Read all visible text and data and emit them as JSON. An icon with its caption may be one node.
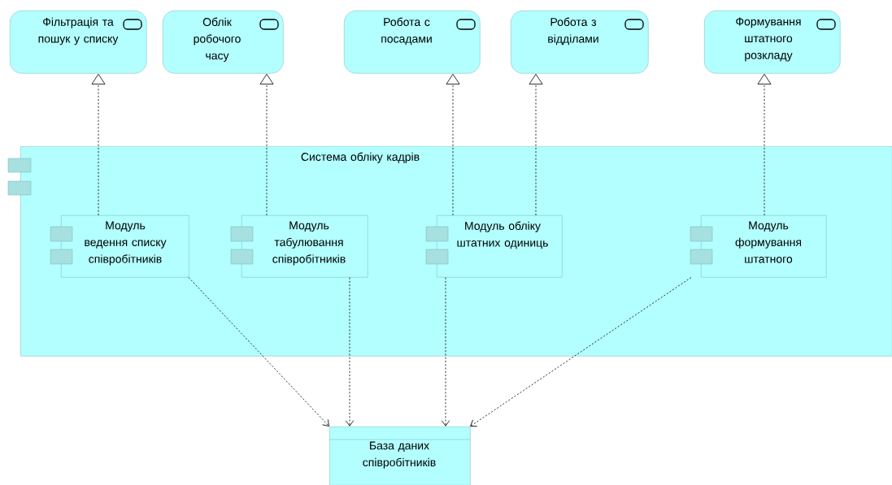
{
  "diagram": {
    "nodes": [
      {
        "text": [
          "Фільтрація та пошук у списку"
        ]
      },
      {
        "text": [
          "Облік робочого часу"
        ]
      },
      {
        "text": [
          "Робота с посадами"
        ]
      },
      {
        "text": [
          "Робота з відділами"
        ]
      },
      {
        "text": [
          "Формування штатного розкладу"
        ]
      },
      {
        "text": [
          "Система обліку кадрів"
        ]
      },
      {
        "text": [
          "Модуль ведення списку співробітників"
        ],
        "in": 5
      },
      {
        "text": [
          "Модуль табулювання співробітників"
        ],
        "in": 5
      },
      {
        "text": [
          "Модуль обліку штатних одиниць"
        ],
        "in": 5
      },
      {
        "text": [
          "Модуль формування штатного"
        ],
        "in": 5
      },
      {
        "text": [
          "База даних співробітників"
        ]
      }
    ],
    "edges": [
      {
        "from": 6,
        "to": 0,
        "arrow": "to",
        "style": "dashed"
      },
      {
        "from": 7,
        "to": 1,
        "arrow": "to",
        "style": "dashed"
      },
      {
        "from": 8,
        "to": 2,
        "arrow": "to",
        "style": "dashed"
      },
      {
        "from": 8,
        "to": 3,
        "arrow": "to",
        "style": "dashed"
      },
      {
        "from": 9,
        "to": 4,
        "arrow": "to",
        "style": "dashed"
      },
      {
        "from": 6,
        "to": 10,
        "arrow": "to",
        "style": "dashed"
      },
      {
        "from": 7,
        "to": 10,
        "arrow": "to",
        "style": "dashed"
      },
      {
        "from": 8,
        "to": 10,
        "arrow": "to",
        "style": "dashed"
      },
      {
        "from": 9,
        "to": 10,
        "arrow": "to",
        "style": "dashed"
      }
    ]
  }
}
